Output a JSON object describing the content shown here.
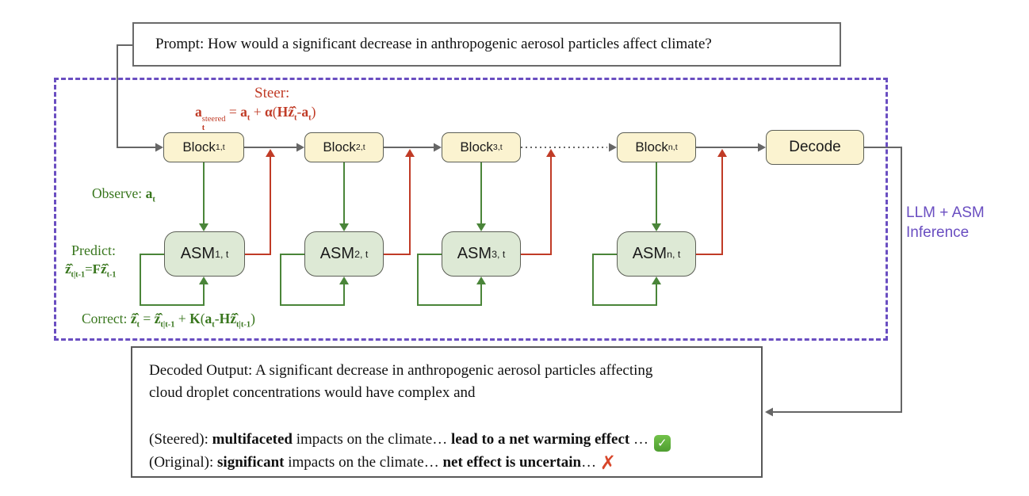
{
  "colors": {
    "red": "#c03b26",
    "green_line": "#4a8539",
    "green_text": "#38761d",
    "purple": "#6a4ec1",
    "gray_line": "#666666",
    "block_fill": "#fbf3d0",
    "asm_fill": "#dde9d5",
    "check_green": "#58b947",
    "cross_red": "#d8472b"
  },
  "prompt": {
    "text": "Prompt: How would a significant decrease in anthropogenic aerosol particles affect climate?"
  },
  "diagram": {
    "blocks": [
      {
        "label": "Block",
        "sub": "1,t"
      },
      {
        "label": "Block",
        "sub": "2,t"
      },
      {
        "label": "Block",
        "sub": "3,t"
      },
      {
        "label": "Block",
        "sub": "n,t"
      }
    ],
    "decode": {
      "label": "Decode"
    },
    "asms": [
      {
        "label": "ASM",
        "sub": "1, t"
      },
      {
        "label": "ASM",
        "sub": "2, t"
      },
      {
        "label": "ASM",
        "sub": "3, t"
      },
      {
        "label": "ASM",
        "sub": "n, t"
      }
    ],
    "annotations": {
      "steer_label": "Steer:",
      "steer_equation_html": "<b>a</b><span class=\"supsub\"><span>steered</span><span><b>t</b></span></span> = <b>a</b><sub><b>t</b></sub> + <b>α</b>(<b>Hẑ̂</b><sub><b>t</b></sub>-<b>a</b><sub><b>t</b></sub>)",
      "observe_html": "Observe: <b>a</b><sub><b>t</b></sub>",
      "predict_label": "Predict:",
      "predict_equation_html": "<b>ẑ̂</b><sub><b>t|t-1</b></sub>=<b>Fẑ̂</b><sub><b>t-1</b></sub>",
      "correct_equation_html": "Correct: <b>ẑ̂</b><sub><b>t</b></sub> = <b>ẑ̂</b><sub><b>t|t-1</b></sub> + <b>K</b>(<b>a</b><sub><b>t</b></sub>-<b>Hẑ̂</b><sub><b>t|t-1</b></sub>)",
      "side_label_line1": "LLM + ASM",
      "side_label_line2": "Inference"
    }
  },
  "output": {
    "line1": "Decoded Output: A significant decrease in anthropogenic aerosol particles affecting",
    "line2": "cloud droplet concentrations would have complex and",
    "steered_html": "(Steered): <b>multifaceted</b> impacts on the climate… <b>lead to a net warming effect</b> …",
    "original_html": "(Original): <b>significant</b> impacts on the climate… <b>net effect is uncertain</b>…",
    "check_glyph": "✓",
    "cross_glyph": "✗"
  }
}
